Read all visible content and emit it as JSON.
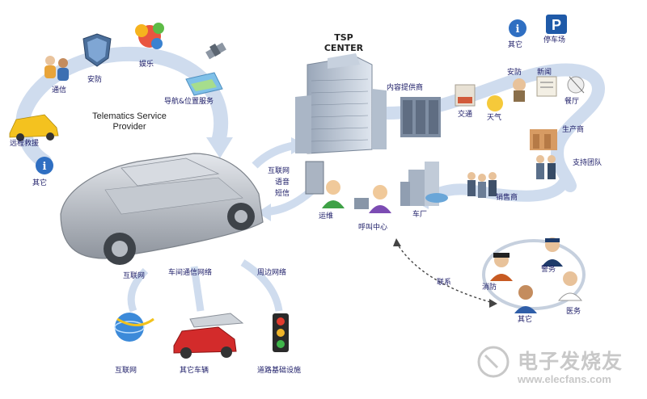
{
  "top_left_fragment": "…",
  "service_provider": {
    "line1": "Telematics Service",
    "line2": "Provider"
  },
  "tsp_center": {
    "line1": "TSP",
    "line2": "CENTER"
  },
  "services": {
    "tongxin": "通信",
    "anfang": "安防",
    "yule": "娱乐",
    "daohang": "导航&位置服务",
    "yuancheng": "远程救援",
    "qita_left": "其它"
  },
  "car_links": {
    "hulianwang": "互联网",
    "yuyin": "语音",
    "duanxin": "短信"
  },
  "center_nodes": {
    "yunwei": "运维",
    "hujiao": "呼叫中心",
    "neirong": "内容提供商",
    "chechang": "车厂"
  },
  "content_items": {
    "qita_top": "其它",
    "tingchechang": "停车场",
    "anfang2": "安防",
    "xinwen": "新闻",
    "jiaotong": "交通",
    "tianqi": "天气",
    "canting": "餐厅"
  },
  "supply_chain": {
    "shengchanshang": "生产商",
    "zhichituandui": "支持团队",
    "xiaoshoushang": "销售商"
  },
  "emergency": {
    "lianxi": "联系",
    "jingwu": "警务",
    "xiaofang": "消防",
    "yiwu": "医务",
    "qita": "其它"
  },
  "networks": {
    "hulianwang_top": "互联网",
    "chejian_top": "车间通信网络",
    "zhoubian_top": "周边网络",
    "hulianwang_bottom": "互联网",
    "qita_cheliang": "其它车辆",
    "daolu": "道路基础设施"
  },
  "watermark": {
    "cn": "电子发烧友",
    "url": "www.elecfans.com"
  },
  "colors": {
    "arrow": "#c9d9ef",
    "text": "#1a1a66",
    "car": "#b9bec6",
    "building": "#8a97a8",
    "watermark": "#c8c8c8"
  }
}
